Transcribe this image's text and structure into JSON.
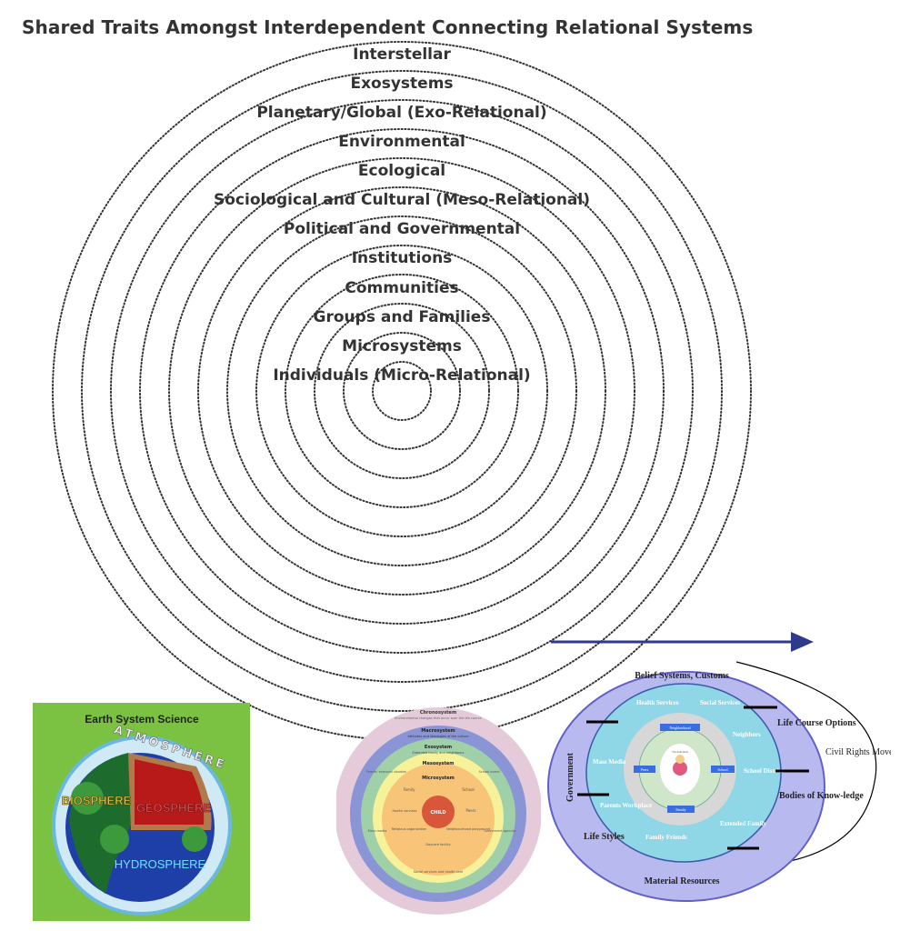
{
  "title": "Shared Traits Amongst Interdependent Connecting Relational Systems",
  "rings": [
    "Interstellar",
    "Exosystems",
    "Planetary/Global (Exo-Relational)",
    "Environmental",
    "Ecological",
    "Sociological and Cultural (Meso-Relational)",
    "Political and Governmental",
    "Institutions",
    "Communities",
    "Groups and Families",
    "Microsystems",
    "Individuals (Micro-Relational)"
  ],
  "earth_panel": {
    "title": "Earth System Science",
    "atmosphere": "ATMOSPHERE",
    "biosphere": "BIOSPHERE",
    "geosphere": "GEOSPHERE",
    "hydrosphere": "HYDROSPHERE"
  },
  "bronfenbrenner": {
    "chronosystem": "Chronosystem",
    "chronosystem_desc": "Environmental changes that occur over the life course",
    "macrosystem": "Macrosystem",
    "macrosystem_desc": "Attitudes and ideologies of the culture",
    "exosystem": "Exosystem",
    "exosystem_desc": "Extended family and neighbours",
    "mesosystem": "Mesosystem",
    "microsystem": "Microsystem",
    "child": "CHILD",
    "family": "Family",
    "school": "School",
    "health": "Health services",
    "peers": "Peers",
    "religious": "Religious organization",
    "neighbourhood": "Neighbourhood playground",
    "daycare": "Daycare facility",
    "parents_econ": "Parents' economic situation",
    "school_board": "School board",
    "mass_media": "Mass media",
    "government": "Government agencies",
    "social": "Social services and health care"
  },
  "life_course": {
    "belief": "Belief Systems, Customs",
    "material": "Material Resources",
    "government": "Government",
    "life_styles": "Life Styles",
    "life_course_options": "Life Course Options",
    "bodies": "Bodies of Know-ledge",
    "civil": "Civil Rights Movement",
    "health": "Health Services",
    "social": "Social Services",
    "neighbors": "Neighbors",
    "mass_media": "Mass Media",
    "school_district": "School District",
    "parents_workplace": "Parents Workplace",
    "extended_family": "Extended Family",
    "family_friends": "Family Friends",
    "neighborhood": "Neighborhood",
    "peers": "Peers",
    "school": "School",
    "family": "Family",
    "individual": "The Individual"
  },
  "colors": {
    "ring_dots": "#333333",
    "arrow": "#2e3a8c",
    "earth_bg": "#7cc242"
  }
}
